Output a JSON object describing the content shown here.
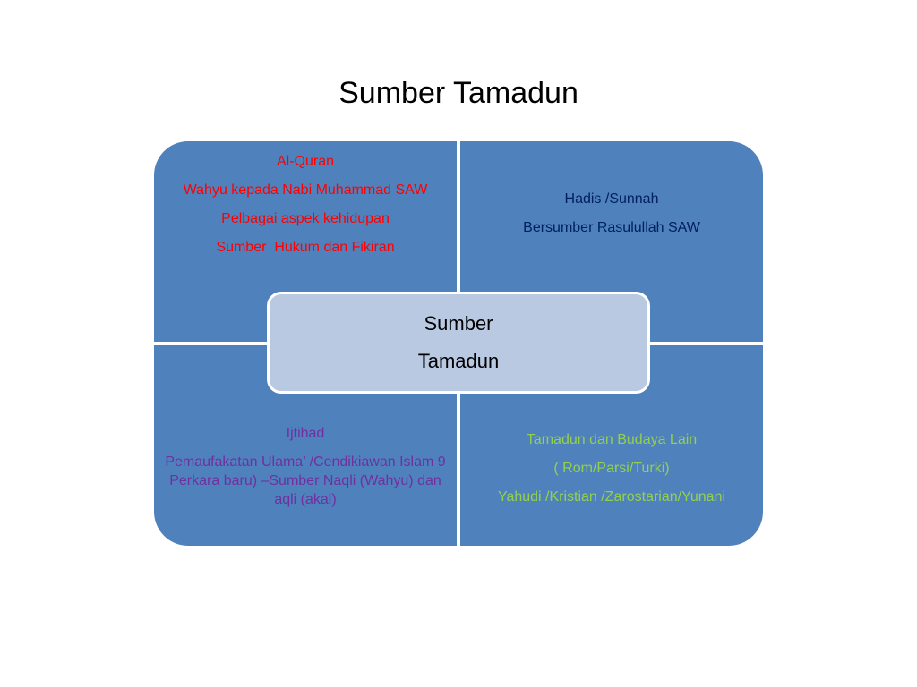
{
  "slide": {
    "title": "Sumber Tamadun"
  },
  "center": {
    "line1": "Sumber",
    "line2": "Tamadun"
  },
  "quadrants": {
    "top_left": {
      "heading": "Al-Quran",
      "line1": "Wahyu kepada Nabi Muhammad SAW",
      "line2": "Pelbagai aspek kehidupan",
      "line3": "Sumber  Hukum dan Fikiran",
      "color": "#ff0000"
    },
    "top_right": {
      "heading": "Hadis /Sunnah",
      "line1": "Bersumber Rasulullah SAW",
      "color": "#002060"
    },
    "bottom_left": {
      "heading": "Ijtihad",
      "line1": "Pemaufakatan Ulama’ /Cendikiawan Islam 9 Perkara baru) –Sumber Naqli (Wahyu) dan aqli (akal)",
      "color": "#7030a0"
    },
    "bottom_right": {
      "heading": "Tamadun dan Budaya Lain",
      "line1": "( Rom/Parsi/Turki)",
      "line2": "Yahudi /Kristian /Zarostarian/Yunani",
      "color": "#92d050"
    }
  },
  "colors": {
    "quadrant_fill": "#4f81bd",
    "center_fill": "#b9c9e2",
    "divider": "#ffffff"
  }
}
